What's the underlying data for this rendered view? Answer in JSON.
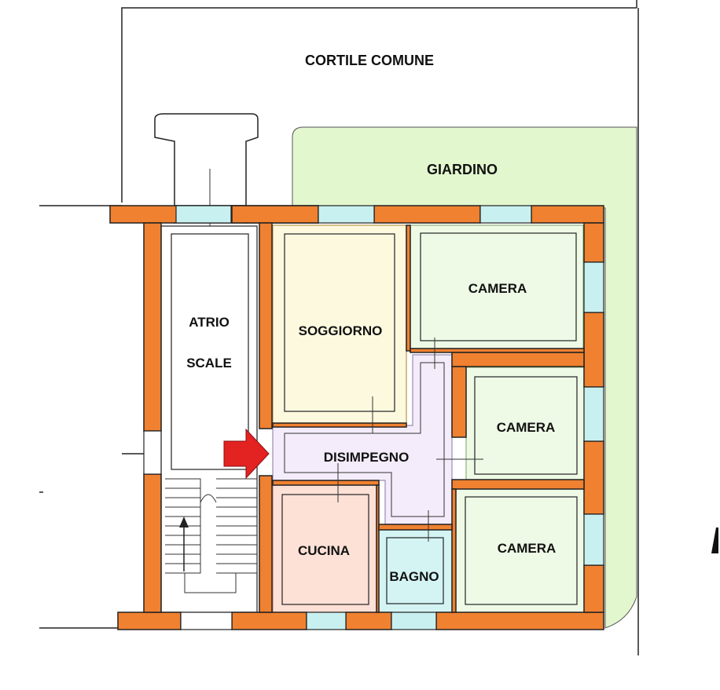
{
  "labels": {
    "courtyard": "CORTILE COMUNE",
    "garden": "GIARDINO",
    "atrium_line1": "ATRIO",
    "atrium_line2": "SCALE",
    "living": "SOGGIORNO",
    "hallway": "DISIMPEGNO",
    "kitchen": "CUCINA",
    "bathroom": "BAGNO",
    "bedroom1": "CAMERA",
    "bedroom2": "CAMERA",
    "bedroom3": "CAMERA"
  },
  "colors": {
    "wall": "#f08130",
    "garden": "#e3f7cf",
    "living": "#fdf9df",
    "bedroom": "#eefae6",
    "hallway": "#f4ecfa",
    "kitchen": "#fde0d6",
    "bathroom": "#d4f4f4",
    "arrow": "#e32222"
  }
}
